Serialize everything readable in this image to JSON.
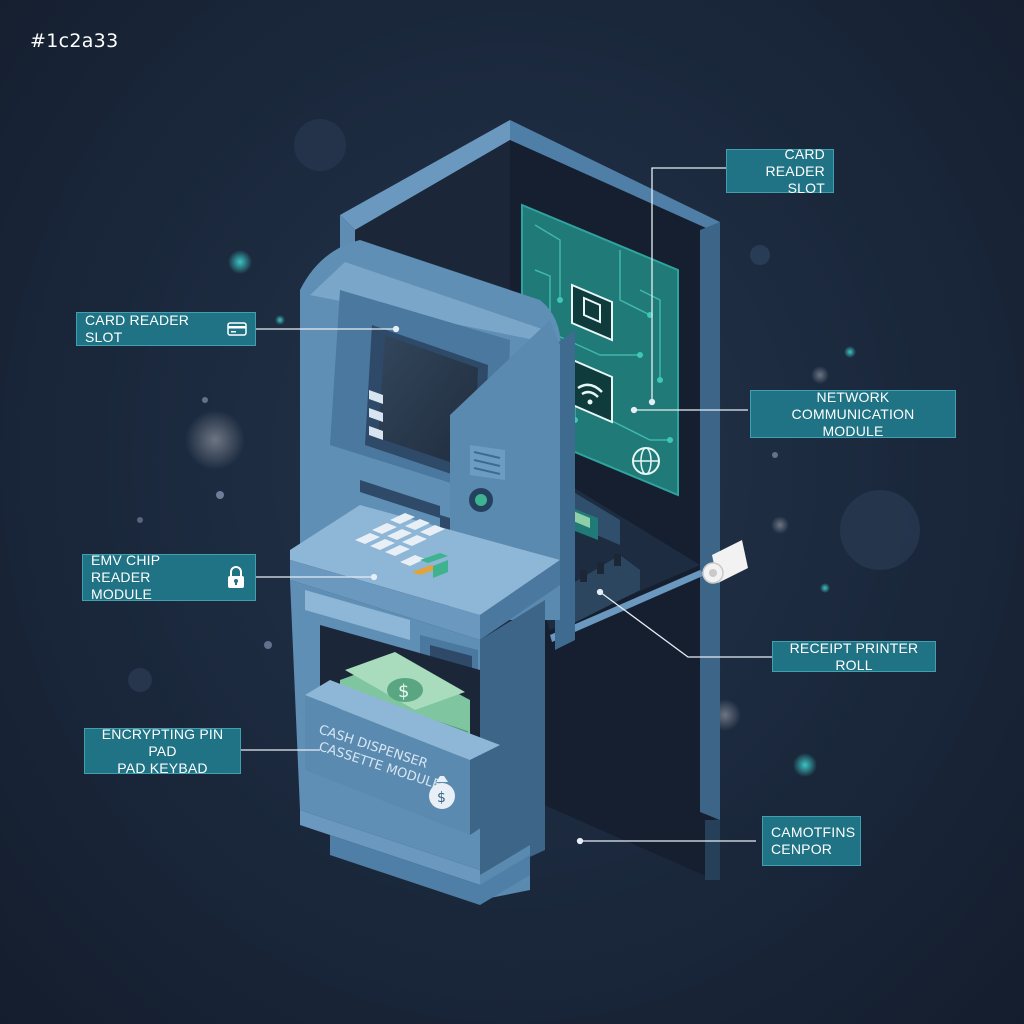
{
  "hex_tag": "#1c2a33",
  "diagram": {
    "subject": "ATM cutaway with internal components",
    "callouts": {
      "card_reader_top": "CARD READER\nSLOT",
      "card_reader_left": "CARD READER SLOT",
      "network_module": "NETWORK COMMUNICATION\nMODULE",
      "emv_chip": "EMV CHIP READER\nMODULE",
      "receipt_printer": "RECEIPT PRINTER ROLL",
      "pin_pad": "ENCRYPTING PIN PAD\nPAD KEYBAD",
      "cameras": "CAMOTFINS\nCENPOR"
    },
    "cassette_label": [
      "CASH DISPENSER",
      "CASSETTE MODULE"
    ],
    "icons": {
      "card_reader_left": "credit-card-icon",
      "emv_chip": "padlock-icon",
      "cassette": "money-bag-icon",
      "network_module_chip": "wifi-icon",
      "network_module_globe": "globe-icon"
    },
    "colors": {
      "background": "#1c2a3f",
      "callout_fill": "#1f7385",
      "callout_border": "#3fa0b0",
      "atm_body": "#5f8fb5",
      "circuit_board": "#1f7a78",
      "cash": "#8fcfa8"
    }
  }
}
